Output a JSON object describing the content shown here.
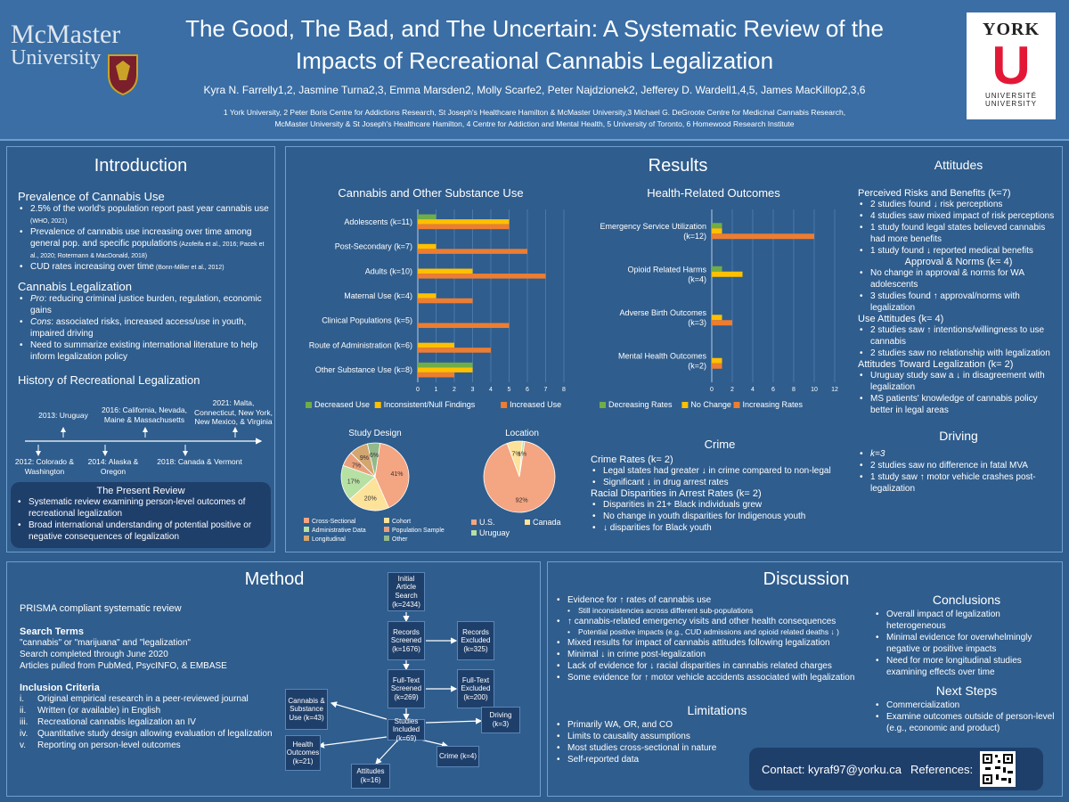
{
  "header": {
    "mcmaster_name": "McMaster",
    "mcmaster_sub": "University",
    "title_line1": "The Good, The Bad, and The Uncertain: A Systematic Review of the",
    "title_line2": "Impacts of Recreational Cannabis Legalization",
    "authors": "Kyra N. Farrelly1,2, Jasmine Turna2,3, Emma Marsden2, Molly Scarfe2, Peter Najdzionek2, Jefferey D. Wardell1,4,5, James MacKillop2,3,6",
    "affil_line1": "1 York University, 2 Peter Boris Centre for Addictions Research, St Joseph's Healthcare Hamilton & McMaster University,3 Michael G. DeGroote Centre for Medicinal Cannabis Research,",
    "affil_line2": "McMaster University & St Joseph's Healthcare Hamilton, 4 Centre for Addiction and Mental Health, 5 University of Toronto, 6 Homewood Research Institute",
    "york_top": "YORK",
    "york_letter": "U",
    "york_fr": "UNIVERSITÉ",
    "york_en": "UNIVERSITY"
  },
  "intro": {
    "title": "Introduction",
    "prev_head": "Prevalence of Cannabis Use",
    "prev": [
      {
        "text": "2.5% of the world's population report past year cannabis use",
        "cite": " (WHO, 2021)"
      },
      {
        "text": "Prevalence of cannabis use increasing over time among general pop. and specific populations",
        "cite": " (Azofeifa et al., 2016; Pacek et al., 2020; Rotermann & MacDonald, 2018)"
      },
      {
        "text": "CUD rates increasing over time",
        "cite": " (Bonn-Miller et al., 2012)"
      }
    ],
    "legal_head": "Cannabis Legalization",
    "legal_pro_label": "Pro",
    "legal_pro": ": reducing criminal justice burden, regulation, economic gains",
    "legal_cons_label": "Cons",
    "legal_cons": ": associated risks, increased access/use in youth, impaired driving",
    "legal_need": "Need to summarize existing international literature to help inform legalization policy",
    "history_head": "History of Recreational Legalization",
    "timeline": {
      "t2012": "2012: Colorado & Washington",
      "t2013": "2013: Uruguay",
      "t2014": "2014: Alaska & Oregon",
      "t2016": "2016: California, Nevada, Maine & Massachusetts",
      "t2018": "2018: Canada & Vermont",
      "t2021": "2021: Malta, Connecticut, New York, New Mexico, & Virginia"
    },
    "present_title": "The Present Review",
    "present": [
      "Systematic review examining person-level outcomes of recreational legalization",
      "Broad international understanding of potential positive or negative consequences of legalization"
    ]
  },
  "results": {
    "title": "Results",
    "cannabis_chart_title": "Cannabis and Other Substance Use",
    "health_chart_title": "Health-Related Outcomes",
    "design_title": "Study Design",
    "location_title": "Location",
    "crime_title": "Crime",
    "crime_head1": "Crime Rates (k= 2)",
    "crime1": [
      "Legal states had greater ↓ in crime compared to non-legal",
      "Significant ↓ in drug arrest rates"
    ],
    "crime_head2": "Racial Disparities in Arrest Rates (k= 2)",
    "crime2": [
      "Disparities in 21+ Black individuals grew",
      "No change in youth disparities for Indigenous youth",
      "↓ disparities for Black youth"
    ]
  },
  "chart_data": [
    {
      "type": "bar",
      "title": "Cannabis and Other Substance Use",
      "categories": [
        "Adolescents (k=11)",
        "Post-Secondary (k=7)",
        "Adults (k=10)",
        "Maternal Use (k=4)",
        "Clinical Populations (k=5)",
        "Route of Administration (k=6)",
        "Other Substance Use (k=8)"
      ],
      "series": [
        {
          "name": "Decreased Use",
          "color": "#70ad47",
          "values": [
            1,
            0,
            0,
            0,
            0,
            0,
            3
          ]
        },
        {
          "name": "Inconsistent/Null Findings",
          "color": "#ffc000",
          "values": [
            5,
            1,
            3,
            1,
            0,
            2,
            3
          ]
        },
        {
          "name": "Increased Use",
          "color": "#ed7d31",
          "values": [
            5,
            6,
            7,
            3,
            5,
            4,
            2
          ]
        }
      ],
      "xlim": [
        0,
        8
      ],
      "xticks": [
        "0",
        "1",
        "2",
        "3",
        "4",
        "5",
        "6",
        "7",
        "8"
      ]
    },
    {
      "type": "bar",
      "title": "Health-Related Outcomes",
      "categories": [
        "Emergency Service Utilization (k=12)",
        "Opioid Related Harms (k=4)",
        "Adverse Birth Outcomes (k=3)",
        "Mental Health Outcomes (k=2)"
      ],
      "series": [
        {
          "name": "Decreasing Rates",
          "color": "#70ad47",
          "values": [
            1,
            1,
            0,
            0
          ]
        },
        {
          "name": "No Change",
          "color": "#ffc000",
          "values": [
            1,
            3,
            1,
            1
          ]
        },
        {
          "name": "Increasing Rates",
          "color": "#ed7d31",
          "values": [
            10,
            0,
            2,
            1
          ]
        }
      ],
      "xlim": [
        0,
        12
      ],
      "xticks": [
        "0",
        "2",
        "4",
        "6",
        "8",
        "10",
        "12"
      ]
    },
    {
      "type": "pie",
      "title": "Study Design",
      "slices": [
        {
          "name": "Cross-Sectional",
          "value": 41,
          "label": "41%",
          "color": "#f4a582"
        },
        {
          "name": "Cohort",
          "value": 20,
          "label": "20%",
          "color": "#fde29a"
        },
        {
          "name": "Administrative Data",
          "value": 17,
          "label": "17%",
          "color": "#b7e0a3"
        },
        {
          "name": "Population Sample",
          "value": 7,
          "label": "7%",
          "color": "#e9a07a"
        },
        {
          "name": "Longitudinal",
          "value": 9,
          "label": "9%",
          "color": "#d3a56f"
        },
        {
          "name": "Other",
          "value": 6,
          "label": "6%",
          "color": "#93b98a"
        }
      ]
    },
    {
      "type": "pie",
      "title": "Location",
      "slices": [
        {
          "name": "U.S.",
          "value": 92,
          "label": "92%",
          "color": "#f4a582"
        },
        {
          "name": "Canada",
          "value": 7,
          "label": "7%",
          "color": "#fde29a"
        },
        {
          "name": "Uruguay",
          "value": 1,
          "label": "1%",
          "color": "#b7e0a3"
        }
      ]
    }
  ],
  "attitudes": {
    "title": "Attitudes",
    "risk_head": "Perceived Risks and Benefits (k=7)",
    "risk": [
      "2 studies found ↓ risk perceptions",
      "4 studies saw mixed impact of risk perceptions",
      "1 study found legal states believed cannabis had more benefits",
      "1 study found ↓ reported medical benefits"
    ],
    "approval_head": "Approval & Norms (k= 4)",
    "approval": [
      "No change in approval & norms for WA adolescents",
      "3 studies found ↑ approval/norms with legalization"
    ],
    "use_head": "Use Attitudes (k= 4)",
    "use": [
      "2 studies saw ↑ intentions/willingness to use cannabis",
      "2 studies saw no relationship with legalization"
    ],
    "toward_head": "Attitudes Toward Legalization (k= 2)",
    "toward": [
      "Uruguay study saw a ↓ in disagreement with legalization",
      "MS patients' knowledge of cannabis policy better in legal areas"
    ],
    "driving_title": "Driving",
    "driving": [
      "k=3",
      "2 studies saw no difference in fatal MVA",
      "1 study saw ↑ motor vehicle crashes post-legalization"
    ]
  },
  "method": {
    "title": "Method",
    "prisma": "PRISMA compliant systematic review",
    "search_head": "Search Terms",
    "search_terms": "\"cannabis\" or \"marijuana\" and \"legalization\"",
    "search_date": "Search completed through June 2020",
    "search_db": "Articles pulled from PubMed, PsycINFO, & EMBASE",
    "incl_head": "Inclusion Criteria",
    "incl_num": [
      "i.",
      "ii.",
      "iii.",
      "iv.",
      "v."
    ],
    "incl": [
      "Original empirical research in a peer-reviewed journal",
      "Written (or available) in English",
      "Recreational cannabis legalization an IV",
      "Quantitative study design allowing evaluation of legalization",
      "Reporting on person-level outcomes"
    ],
    "flow": {
      "initial": "Initial Article Search (k=2434)",
      "screened": "Records Screened (k=1676)",
      "excluded": "Records Excluded (k=325)",
      "fulltext": "Full-Text Screened (k=269)",
      "ft_excluded": "Full-Text Excluded (k=200)",
      "included": "Studies Included (k=69)",
      "cannabis": "Cannabis & Substance Use (k=43)",
      "health": "Health Outcomes (k=21)",
      "attitudes": "Attitudes (k=16)",
      "crime": "Crime (k=4)",
      "driving": "Driving (k=3)"
    }
  },
  "discussion": {
    "title": "Discussion",
    "items": [
      {
        "t": "Evidence for ↑ rates of cannabis use",
        "sub": [
          "Still inconsistencies across different sub-populations"
        ]
      },
      {
        "t": "↑ cannabis-related emergency visits and other health consequences",
        "sub": [
          "Potential positive impacts (e.g., CUD admissions and opioid related deaths ↓ )"
        ]
      },
      {
        "t": "Mixed results for impact of cannabis attitudes following legalization",
        "sub": []
      },
      {
        "t": "Minimal ↓ in crime post-legalization",
        "sub": []
      },
      {
        "t": "Lack of evidence for ↓ racial disparities in cannabis related charges",
        "sub": []
      },
      {
        "t": "Some evidence for ↑ motor vehicle accidents associated with legalization",
        "sub": []
      }
    ],
    "limits_title": "Limitations",
    "limits": [
      "Primarily WA, OR, and CO",
      "Limits to causality assumptions",
      "Most studies cross-sectional in nature",
      "Self-reported data"
    ],
    "concl_title": "Conclusions",
    "concl": [
      "Overall impact of legalization heterogeneous",
      "Minimal evidence for overwhelmingly negative or positive impacts",
      "Need for more longitudinal studies examining effects over time"
    ],
    "next_title": "Next Steps",
    "next": [
      "Commercialization",
      "Examine outcomes outside of person-level (e.g., economic and product)"
    ],
    "contact": "Contact: kyraf97@yorku.ca",
    "references": "References:"
  }
}
